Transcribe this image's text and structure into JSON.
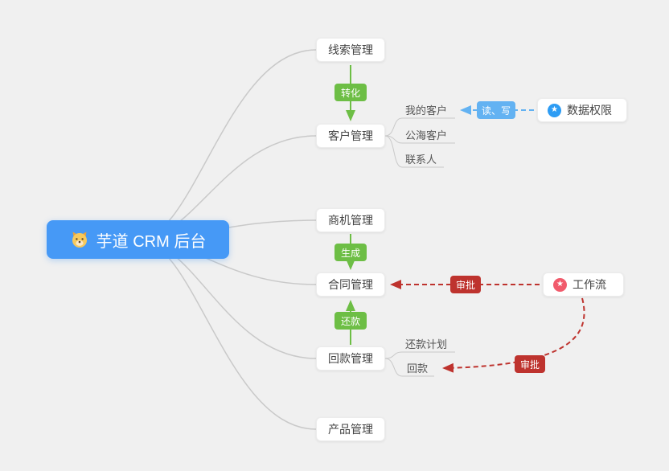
{
  "colors": {
    "background": "#F0F0F0",
    "central_blue": "#4699F6",
    "green": "#6DBE45",
    "light_blue": "#63B2F2",
    "dark_red": "#BE332E",
    "connector_gray": "#C9C9C9",
    "data_permission_icon_blue": "#2D9CF4",
    "workflow_icon_red": "#F15B6C"
  },
  "central": {
    "label": "芋道 CRM 后台"
  },
  "nodes": {
    "leads": {
      "label": "线索管理"
    },
    "customers": {
      "label": "客户管理"
    },
    "opportunities": {
      "label": "商机管理"
    },
    "contracts": {
      "label": "合同管理"
    },
    "receivables": {
      "label": "回款管理"
    },
    "products": {
      "label": "产品管理"
    },
    "data_permission": {
      "label": "数据权限"
    },
    "workflow": {
      "label": "工作流"
    }
  },
  "sub_items": {
    "my_customers": {
      "label": "我的客户"
    },
    "public_sea_customers": {
      "label": "公海客户"
    },
    "contacts": {
      "label": "联系人"
    },
    "repayment_plan": {
      "label": "还款计划"
    },
    "repayment": {
      "label": "回款"
    }
  },
  "edge_labels": {
    "convert": "转化",
    "generate": "生成",
    "repay": "还款",
    "read_write": "读、写",
    "approve_contract": "审批",
    "approve_repayment": "审批"
  }
}
